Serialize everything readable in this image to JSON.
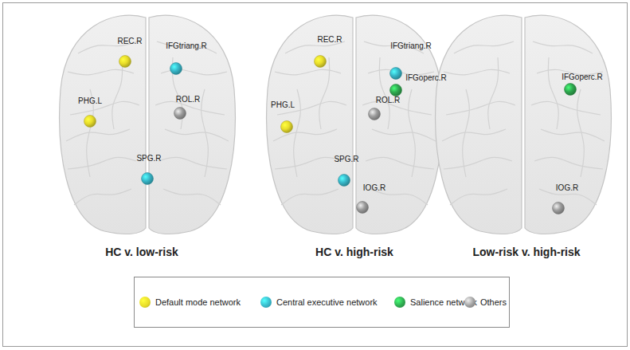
{
  "diagram": {
    "labels": [
      "REC.R",
      "IFGtriang.R",
      "PHG.L",
      "ROL.R",
      "SPG.R",
      "HC v. low-risk",
      "REC.R",
      "IFGtriang.R",
      "IFGoperc.R",
      "ROL.R",
      "PHG.L",
      "SPG.R",
      "IOG.R",
      "HC v. high-risk",
      "IFGoperc.R",
      "IOG.R",
      "Low-risk v. high-risk"
    ],
    "legend": [
      {
        "text": "Default mode network",
        "color": "#e8dd2a"
      },
      {
        "text": "Central executive network",
        "color": "#37b6c8"
      },
      {
        "text": "Salience network",
        "color": "#2fa84f"
      },
      {
        "text": "Others",
        "color": "#9c9c9c"
      }
    ]
  }
}
